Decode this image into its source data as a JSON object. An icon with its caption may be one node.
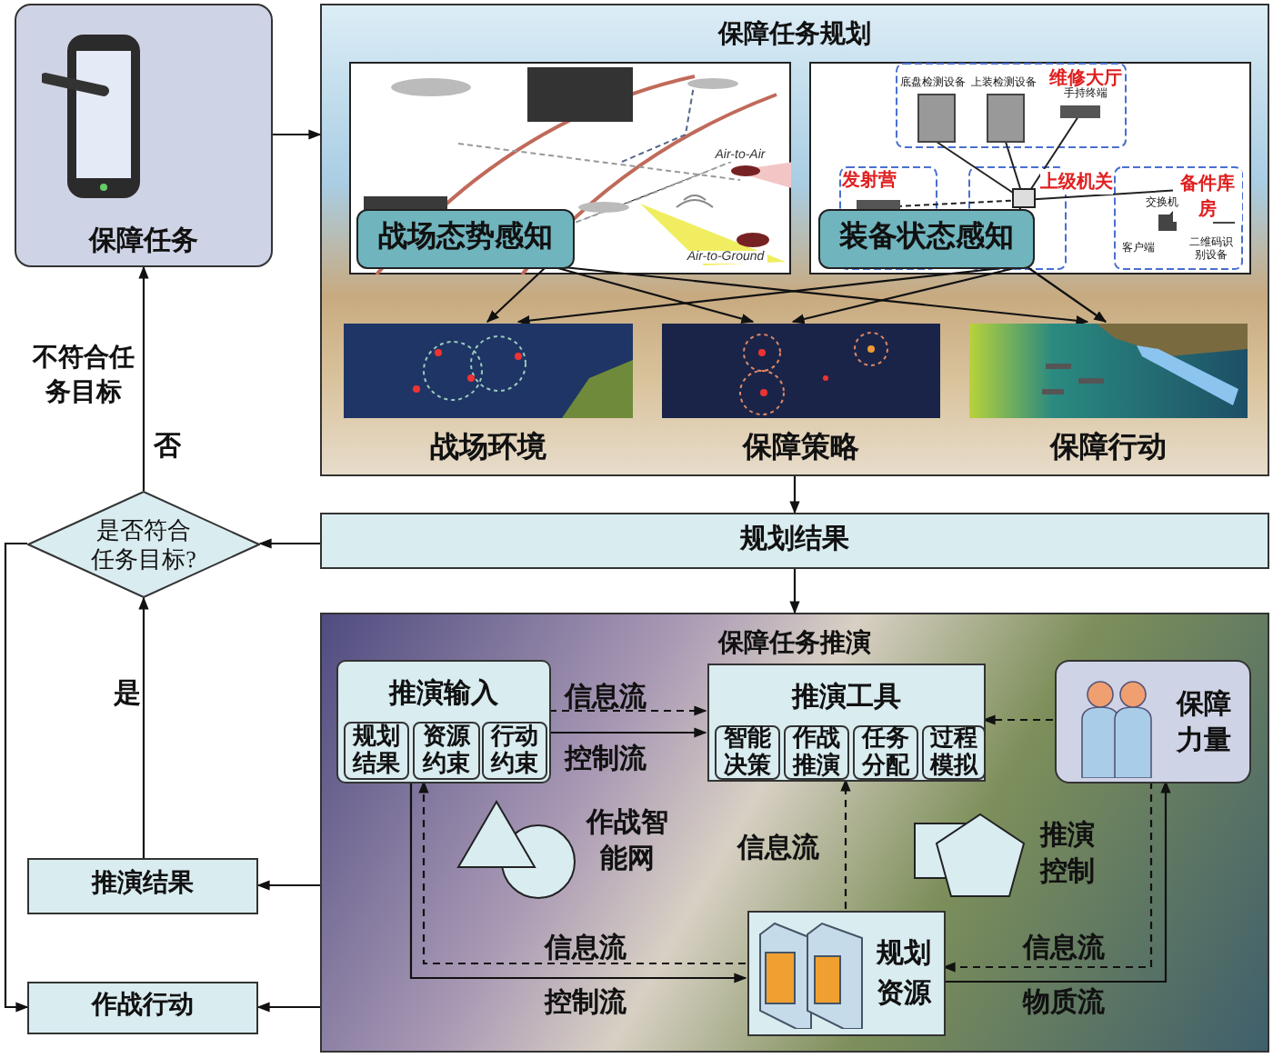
{
  "diagram": {
    "nodes": [
      {
        "text": [
          "保障任务"
        ]
      },
      {
        "text": [
          "保障任务规划"
        ]
      },
      {
        "text": [
          "战场态势感知"
        ],
        "in": 1
      },
      {
        "text": [
          "装备状态感知"
        ],
        "in": 1
      },
      {
        "text": [
          "战场环境"
        ],
        "in": 1
      },
      {
        "text": [
          "保障策略"
        ],
        "in": 1
      },
      {
        "text": [
          "保障行动"
        ],
        "in": 1
      },
      {
        "text": [
          "规划结果"
        ]
      },
      {
        "text": [
          "是否符合任务目标?"
        ]
      },
      {
        "text": [
          "保障任务推演"
        ]
      },
      {
        "text": [
          "推演输入"
        ],
        "in": 9
      },
      {
        "text": [
          "规划结果"
        ],
        "in": 10
      },
      {
        "text": [
          "资源约束"
        ],
        "in": 10
      },
      {
        "text": [
          "行动约束"
        ],
        "in": 10
      },
      {
        "text": [
          "推演工具"
        ],
        "in": 9
      },
      {
        "text": [
          "智能决策"
        ],
        "in": 14
      },
      {
        "text": [
          "作战推演"
        ],
        "in": 14
      },
      {
        "text": [
          "任务分配"
        ],
        "in": 14
      },
      {
        "text": [
          "过程模拟"
        ],
        "in": 14
      },
      {
        "text": [
          "保障力量"
        ],
        "in": 9
      },
      {
        "text": [
          "作战智能网"
        ],
        "in": 9
      },
      {
        "text": [
          "推演控制"
        ],
        "in": 9
      },
      {
        "text": [
          "规划资源"
        ],
        "in": 9
      },
      {
        "text": [
          "推演结果"
        ]
      },
      {
        "text": [
          "作战行动"
        ]
      }
    ],
    "edges": [
      {
        "from": 0,
        "to": 1,
        "arrow": "to"
      },
      {
        "from": 2,
        "to": 4,
        "arrow": "to"
      },
      {
        "from": 2,
        "to": 5,
        "arrow": "to"
      },
      {
        "from": 2,
        "to": 6,
        "arrow": "to"
      },
      {
        "from": 3,
        "to": 4,
        "arrow": "to"
      },
      {
        "from": 3,
        "to": 5,
        "arrow": "to"
      },
      {
        "from": 3,
        "to": 6,
        "arrow": "to"
      },
      {
        "from": 1,
        "to": 7,
        "arrow": "to"
      },
      {
        "from": 7,
        "to": 8,
        "arrow": "to"
      },
      {
        "from": 8,
        "to": 0,
        "arrow": "to",
        "label": "否"
      },
      {
        "from": 7,
        "to": 9,
        "arrow": "to"
      },
      {
        "from": 10,
        "to": 14,
        "arrow": "to",
        "label": "信息流",
        "style": "dashed"
      },
      {
        "from": 10,
        "to": 14,
        "arrow": "to",
        "label": "控制流"
      },
      {
        "from": 19,
        "to": 14,
        "arrow": "to",
        "style": "dashed"
      },
      {
        "from": 22,
        "to": 10,
        "arrow": "to",
        "label": "信息流",
        "style": "dashed"
      },
      {
        "from": 10,
        "to": 22,
        "arrow": "to",
        "label": "控制流"
      },
      {
        "from": 22,
        "to": 14,
        "arrow": "to",
        "label": "信息流",
        "style": "dashed"
      },
      {
        "from": 19,
        "to": 22,
        "arrow": "to",
        "label": "信息流",
        "style": "dashed"
      },
      {
        "from": 22,
        "to": 19,
        "arrow": "to",
        "label": "物质流"
      },
      {
        "from": 9,
        "to": 23,
        "arrow": "to"
      },
      {
        "from": 9,
        "to": 24,
        "arrow": "to"
      },
      {
        "from": 23,
        "to": 8,
        "arrow": "to",
        "label": "是"
      },
      {
        "from": 8,
        "to": 24,
        "arrow": "to"
      }
    ],
    "labels": [
      "Air-to-Air",
      "Air-to-Ground",
      "底盘检测设备",
      "上装检测设备",
      "维修大厅",
      "手持终端",
      "发射营",
      "上级机关",
      "备件库房",
      "交换机",
      "客户端",
      "二维码识别设备",
      "不符合任务目标"
    ]
  }
}
